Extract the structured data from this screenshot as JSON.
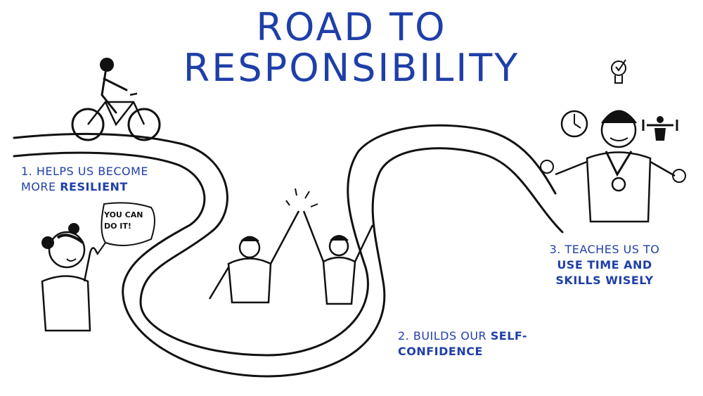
{
  "title": {
    "line1": "ROAD TO",
    "line2": "RESPONSIBILITY"
  },
  "captions": {
    "step1_prefix": "1. HELPS US BECOME",
    "step1_mid": "MORE ",
    "step1_bold": "RESILIENT",
    "step2_prefix": "2. BUILDS OUR ",
    "step2_bold_a": "SELF-",
    "step2_bold_b": "CONFIDENCE",
    "step3_prefix": "3. TEACHES US TO",
    "step3_bold_a": "USE TIME AND",
    "step3_bold_b": "SKILLS WISELY"
  },
  "speech_bubble": {
    "line1": "YOU CAN",
    "line2": "DO IT!"
  },
  "colors": {
    "accent": "#1f3fa8",
    "ink": "#111111"
  }
}
